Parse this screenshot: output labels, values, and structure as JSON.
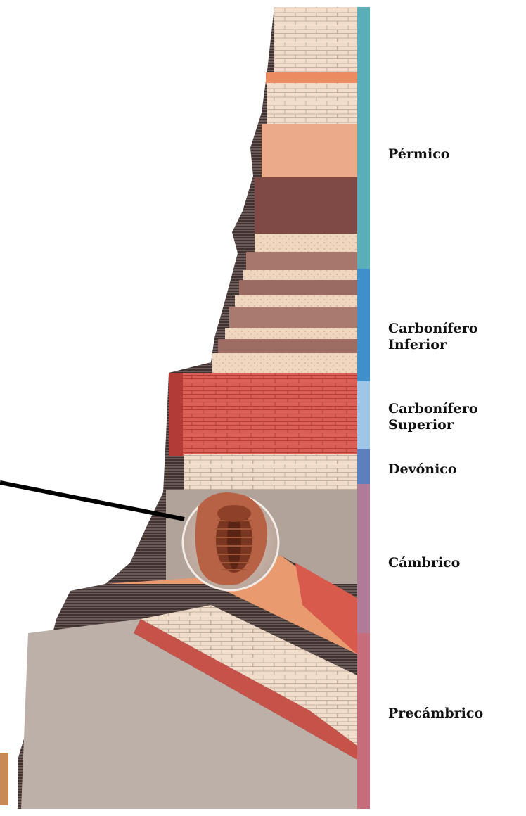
{
  "diagram": {
    "periods": [
      {
        "id": "permico",
        "lines": [
          "Pérmico"
        ],
        "color": "#5aaeb7"
      },
      {
        "id": "carbonifero-inferior",
        "lines": [
          "Carbonífero",
          "Inferior"
        ],
        "color": "#3f8fcb"
      },
      {
        "id": "carbonifero-superior",
        "lines": [
          "Carbonífero",
          "Superior"
        ],
        "color": "#9ec6e6"
      },
      {
        "id": "devonico",
        "lines": [
          "Devónico"
        ],
        "color": "#5c7fbd"
      },
      {
        "id": "cambrico",
        "lines": [
          "Cámbrico"
        ],
        "color": "#b07b98"
      },
      {
        "id": "precambrico",
        "lines": [
          "Precámbrico"
        ],
        "color": "#c76c7b"
      }
    ],
    "fossil": {
      "icon": "trilobite-fossil-icon"
    },
    "colors": {
      "rock_light": "#f2dcc7",
      "rock_salmon": "#e8a27f",
      "rock_brown": "#8a5248",
      "rock_red": "#d9564f",
      "rock_gray": "#b8aca3",
      "cliff_dark": "#4a3d3b"
    }
  }
}
